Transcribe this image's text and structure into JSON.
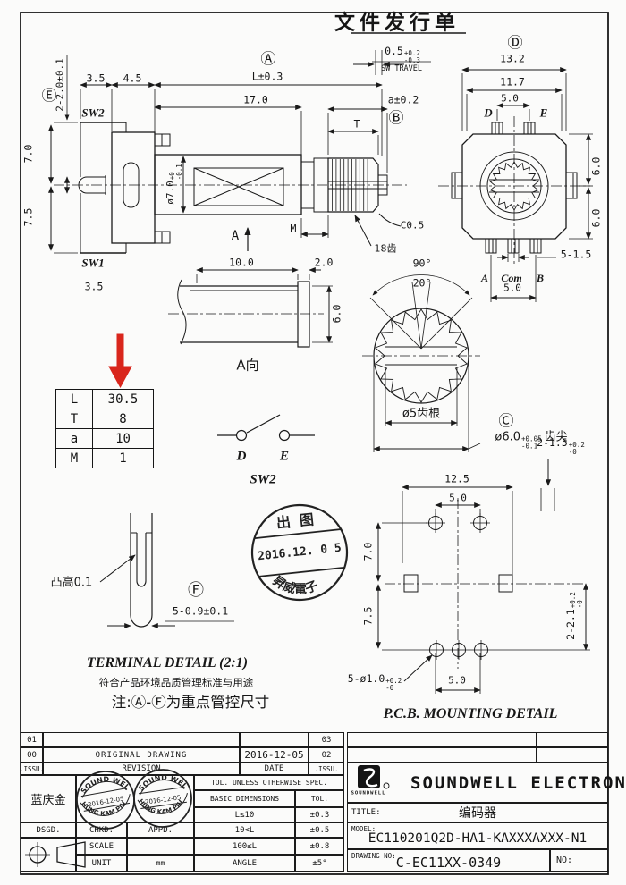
{
  "colors": {
    "line": "#1a1a1a",
    "accent_red": "#d9261c",
    "paper": "#fbfbfa"
  },
  "header": {
    "release_stamp": "文件发行单"
  },
  "side_view": {
    "callout_e": "Ⓔ",
    "dim_pins": "2-2.0±0.1",
    "dim_3_5_top": "3.5",
    "dim_4_5": "4.5",
    "callout_a": "Ⓐ",
    "dim_len": "L±0.3",
    "dim_17": "17.0",
    "sw2": "SW2",
    "dim_7_0": "7.0",
    "dim_7_5": "7.5",
    "shaft_dia": "ø7.0",
    "shaft_dia_up": "+0",
    "shaft_dia_dn": "-0.1",
    "view_a": "A",
    "dim_m": "M",
    "sw1": "SW1",
    "dim_3_5_bot": "3.5",
    "travel_val": "0.5",
    "travel_up": "+0.2",
    "travel_dn": "-0.3",
    "travel_label": "SW TRAVEL",
    "dim_a": "a±0.2",
    "callout_b": "Ⓑ",
    "dim_t": "T",
    "chamfer": "C0.5",
    "teeth": "18齿"
  },
  "front_view": {
    "callout_d": "Ⓓ",
    "dim_13_2": "13.2",
    "dim_11_7": "11.7",
    "dim_5_0_top": "5.0",
    "term_d": "D",
    "term_e": "E",
    "dim_6_0_a": "6.0",
    "dim_6_0_b": "6.0",
    "dim_5_1_5": "5-1.5",
    "term_a": "A",
    "term_com": "Com",
    "term_b": "B",
    "dim_5_0_bot": "5.0"
  },
  "a_view": {
    "dim_10": "10.0",
    "dim_2": "2.0",
    "dim_6": "6.0",
    "label": "A向"
  },
  "gear_view": {
    "angle_90": "90°",
    "angle_20": "20°",
    "root": "ø5齿根",
    "callout_c": "Ⓒ",
    "tip": "ø6.0",
    "tip_up": "+0.05",
    "tip_dn": "-0.1",
    "tip_suffix": "齿尖"
  },
  "param_table": {
    "rows": [
      [
        "L",
        "30.5"
      ],
      [
        "T",
        "8"
      ],
      [
        "a",
        "10"
      ],
      [
        "M",
        "1"
      ]
    ]
  },
  "switch_detail": {
    "d": "D",
    "e": "E",
    "label": "SW2"
  },
  "stamp": {
    "top": "出图",
    "date": "2016.12. 0 5",
    "bottom": "昇威電子"
  },
  "terminal_detail": {
    "bump": "凸高0.1",
    "callout_f": "Ⓕ",
    "dim": "5-0.9±0.1",
    "title": "TERMINAL DETAIL (2:1)",
    "note1": "符合产品环境品质管理标准与用途",
    "note2": "注:Ⓐ-Ⓕ为重点管控尺寸"
  },
  "pcb_detail": {
    "dim_12_5": "12.5",
    "dim_5_0_top": "5.0",
    "dim_7_0": "7.0",
    "dim_2_1_5": "2-1.5",
    "t215_up": "+0.2",
    "t215_dn": "-0",
    "dim_7_5": "7.5",
    "dim_2_2_1": "2-2.1",
    "t221_up": "+0.2",
    "t221_dn": "-0",
    "dim_holes": "5-ø1.0",
    "holes_up": "+0.2",
    "holes_dn": "-0",
    "dim_5_0_bot": "5.0",
    "title": "P.C.B. MOUNTING DETAIL"
  },
  "title_block": {
    "rev_rows": [
      {
        "issu": "01",
        "revision": "",
        "date": "",
        "issu2": "03"
      },
      {
        "issu": "00",
        "revision": "ORIGINAL  DRAWING",
        "date": "2016-12-05",
        "issu2": "02"
      },
      {
        "issu": ".ISSU.",
        "revision": "REVISION",
        "date": "DATE",
        "issu2": ".ISSU."
      }
    ],
    "designer": "蓝庆金",
    "stamp_company": "SOUND WELL",
    "stamp_date": "2016-12-05",
    "stamp_name": "HUNG KAM PIU",
    "dsgd": "DSGD.",
    "chkd": "CHKD.",
    "appd": "APPD.",
    "scale_label": "SCALE",
    "scale_value": "",
    "unit_label": "UNIT",
    "unit_value": "mm",
    "tol_header": "TOL. UNLESS OTHERWISE SPEC.",
    "tol_col1": "BASIC DIMENSIONS",
    "tol_col2": "TOL.",
    "tol_rows": [
      [
        "L≤10",
        "±0.3"
      ],
      [
        "10<L",
        "±0.5"
      ],
      [
        "100≤L",
        "±0.8"
      ],
      [
        "ANGLE",
        "±5°"
      ]
    ],
    "logo_text": "SOUNDWELL",
    "company": "SOUNDWELL ELECTRONICS",
    "title_label": "TITLE:",
    "title_value": "编码器",
    "model_label": "MODEL:",
    "model_value": "EC110201Q2D-HA1-KAXXXAXXX-N1",
    "drawing_label": "DRAWING NO:",
    "drawing_value": "C-EC11XX-0349",
    "no_label": "NO:"
  }
}
